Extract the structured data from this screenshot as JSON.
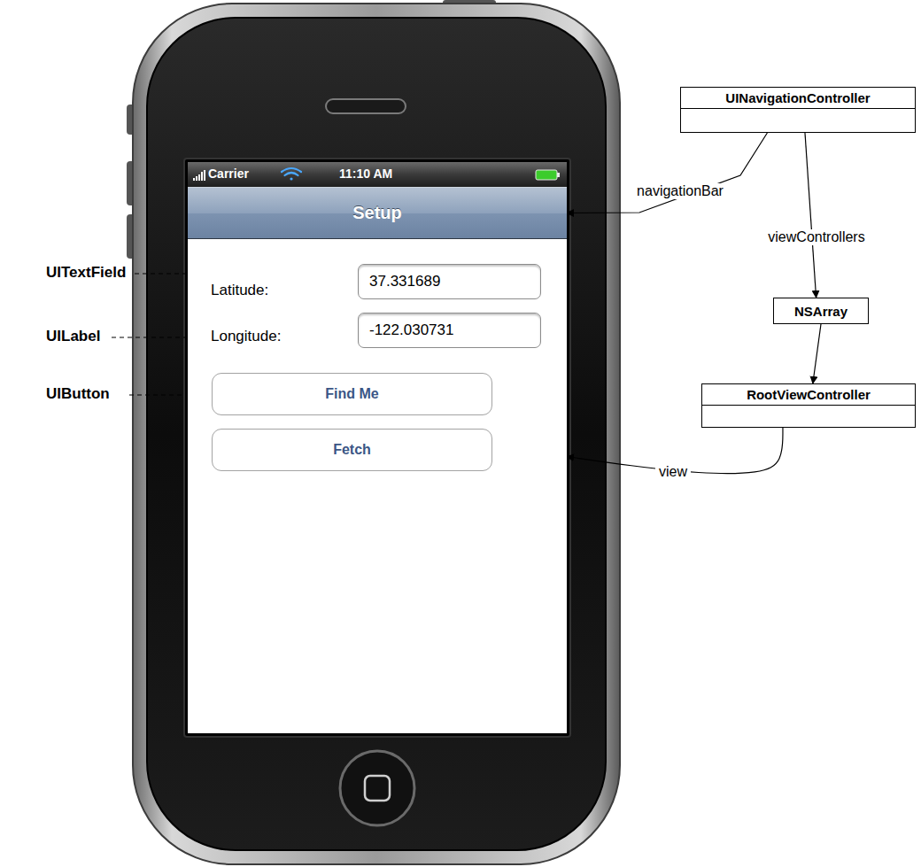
{
  "diagram": {
    "nodes": [
      {
        "text": [
          "Setup"
        ]
      },
      {
        "text": [
          "Latitude:",
          "Longitude:"
        ]
      },
      {
        "text": [
          "37.331689"
        ],
        "in": 1
      },
      {
        "text": [
          "-122.030731"
        ],
        "in": 1
      },
      {
        "text": [
          "Find Me"
        ],
        "in": 1
      },
      {
        "text": [
          "Fetch"
        ],
        "in": 1
      },
      {
        "text": [
          "UINavigationController"
        ]
      },
      {
        "text": [
          "NSArray"
        ]
      },
      {
        "text": [
          "RootViewController"
        ]
      }
    ],
    "edges": [
      {
        "from": 6,
        "to": 0,
        "arrow": "to",
        "label": "navigationBar"
      },
      {
        "from": 6,
        "to": 7,
        "arrow": "to",
        "label": "viewControllers"
      },
      {
        "from": 7,
        "to": 8,
        "arrow": "to"
      },
      {
        "from": 8,
        "to": 1,
        "arrow": "to",
        "label": "view"
      }
    ],
    "labels": [
      "Carrier",
      "11:10 AM",
      "UITextField",
      "UILabel",
      "UIButton"
    ]
  }
}
